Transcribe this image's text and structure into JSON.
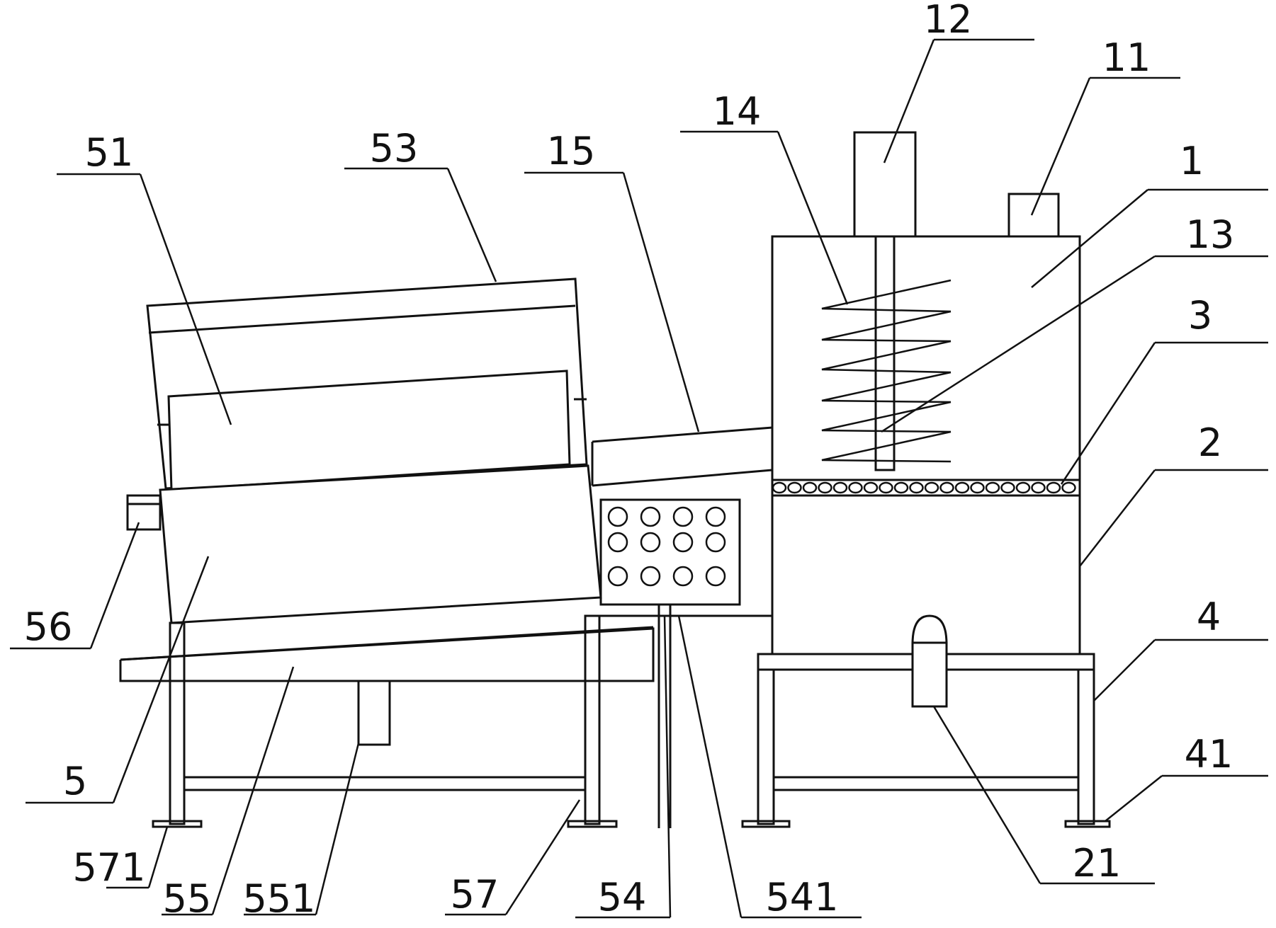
{
  "labels": {
    "l1": "1",
    "l2": "2",
    "l3": "3",
    "l4": "4",
    "l5": "5",
    "l11": "11",
    "l12": "12",
    "l13": "13",
    "l14": "14",
    "l15": "15",
    "l21": "21",
    "l41": "41",
    "l51": "51",
    "l53": "53",
    "l54": "54",
    "l55": "55",
    "l56": "56",
    "l57": "57",
    "l541": "541",
    "l551": "551",
    "l571": "571"
  }
}
